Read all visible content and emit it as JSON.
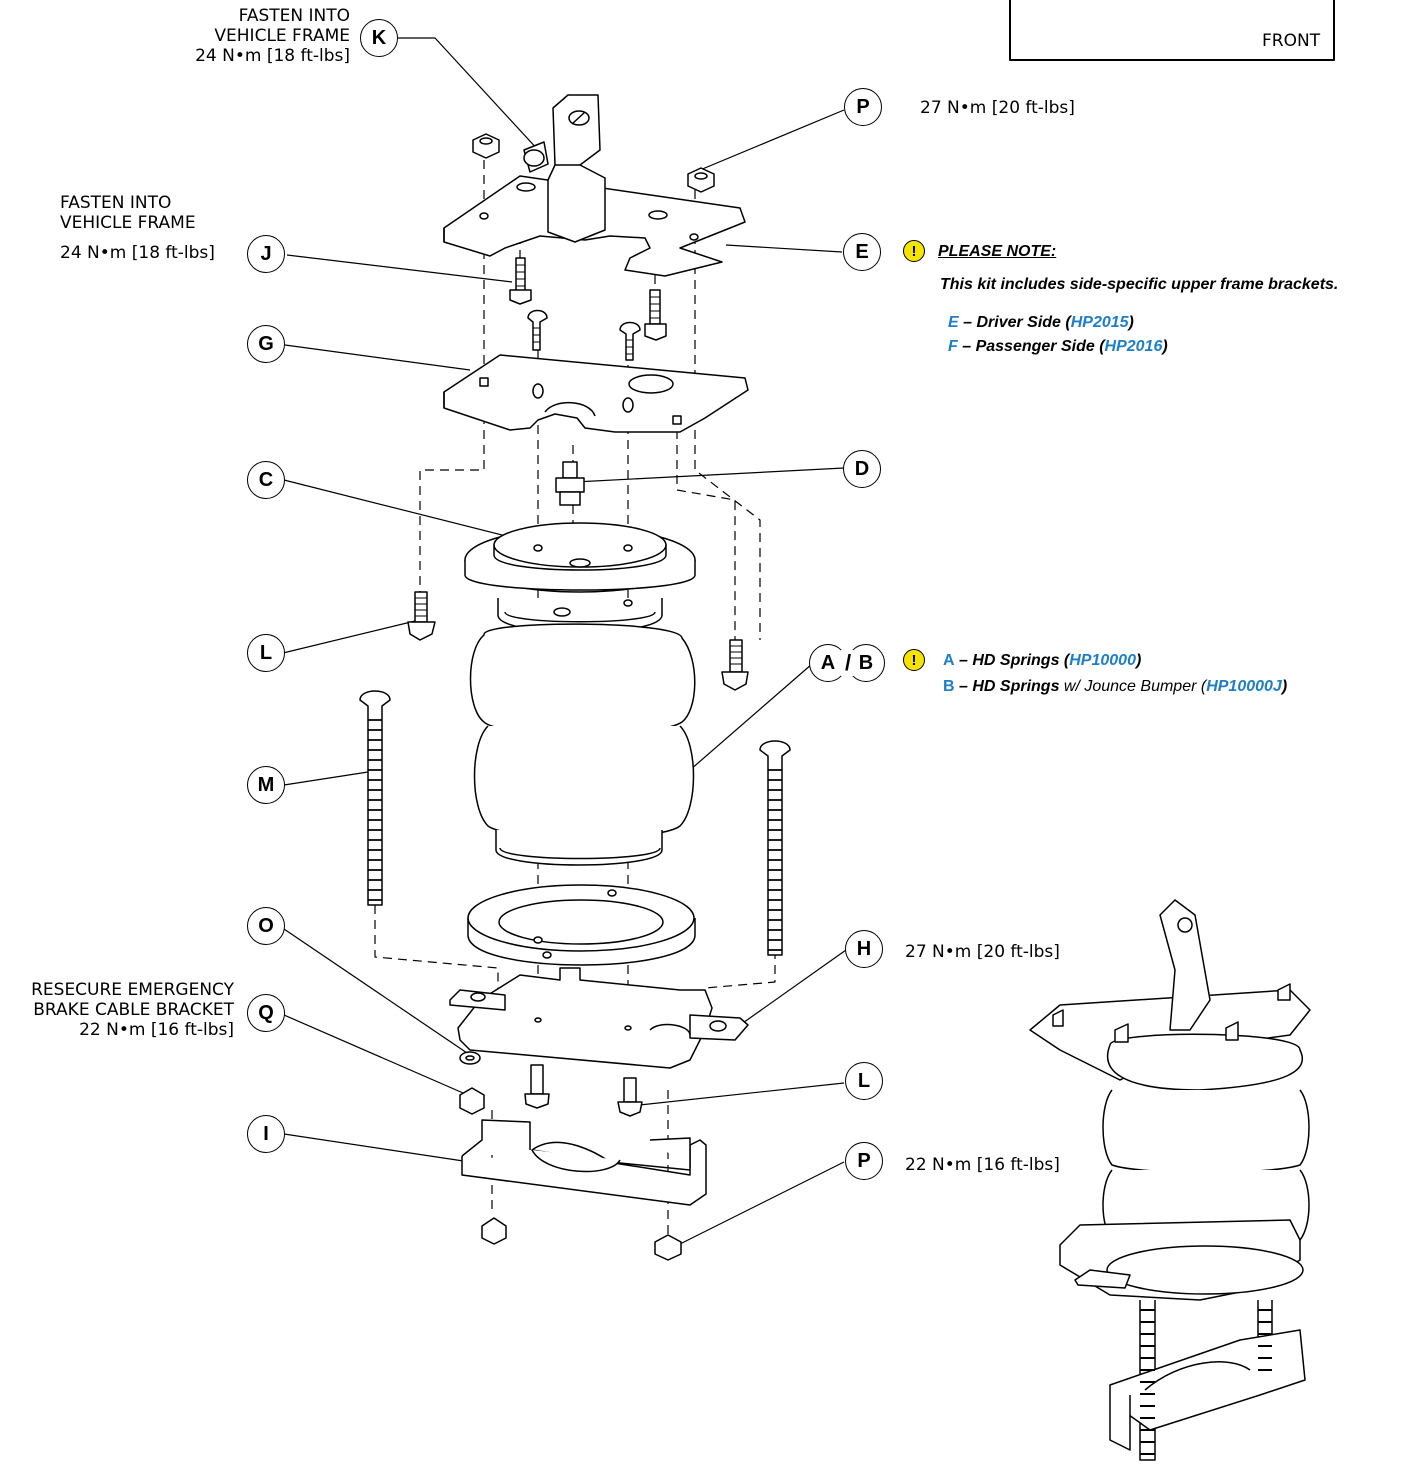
{
  "labels": {
    "k_note": [
      "FASTEN INTO",
      "VEHICLE FRAME",
      "24 N•m [18 ft-lbs]"
    ],
    "j_note": [
      "FASTEN INTO",
      "VEHICLE FRAME",
      "24 N•m [18 ft-lbs]"
    ],
    "p_top_torque": "27 N•m [20 ft-lbs]",
    "h_torque": "27 N•m [20 ft-lbs]",
    "p_bottom_torque": "22 N•m [16 ft-lbs]",
    "q_note": [
      "RESECURE EMERGENCY",
      "BRAKE CABLE BRACKET",
      "22 N•m [16 ft-lbs]"
    ],
    "front": "FRONT"
  },
  "callouts": {
    "K": "K",
    "P_top": "P",
    "J": "J",
    "E": "E",
    "G": "G",
    "D": "D",
    "C": "C",
    "L_left": "L",
    "A": "A",
    "slash": "/",
    "B": "B",
    "M": "M",
    "O": "O",
    "H": "H",
    "Q": "Q",
    "L_right": "L",
    "I": "I",
    "P_bottom": "P"
  },
  "note_bracket": {
    "heading": "PLEASE NOTE:",
    "text": "This kit includes side-specific upper frame brackets.",
    "e_letter": "E",
    "e_text": " – Driver Side (",
    "e_part": "HP2015",
    "e_close": ")",
    "f_letter": "F",
    "f_text": " – Passenger Side (",
    "f_part": "HP2016",
    "f_close": ")"
  },
  "note_springs": {
    "a_letter": "A",
    "a_text": " – HD Springs (",
    "a_part": "HP10000",
    "a_close": ")",
    "b_letter": "B",
    "b_text": " – HD Springs",
    "b_plain": " w/ Jounce Bumper  (",
    "b_part": "HP10000J",
    "b_close": ")"
  },
  "warning_icon": "!",
  "colors": {
    "accent_blue": "#1e7fc8",
    "warning_yellow": "#f5e400"
  }
}
